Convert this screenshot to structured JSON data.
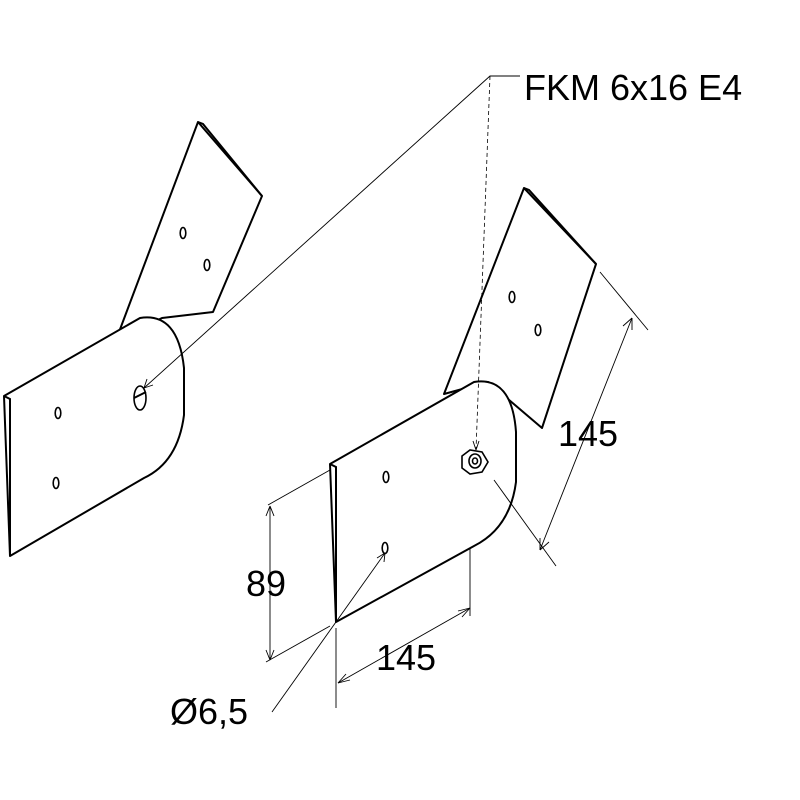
{
  "labels": {
    "screw": "FKM 6x16 E4",
    "height_dim": "89",
    "width_dim": "145",
    "arm_dim": "145",
    "hole_dim": "Ø6,5"
  }
}
